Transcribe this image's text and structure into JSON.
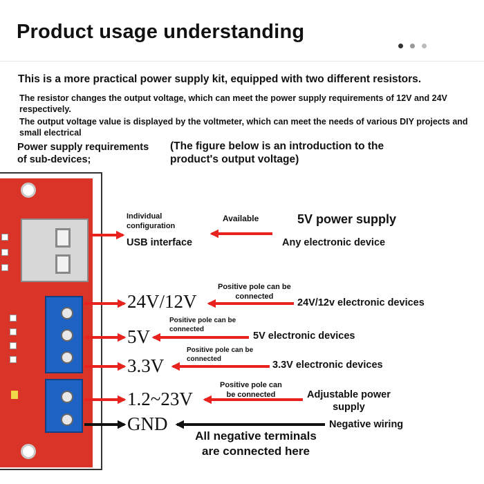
{
  "title": "Product usage understanding",
  "intro": {
    "line1": "This is a more practical power supply kit, equipped with two different resistors.",
    "line2": "The resistor changes the output voltage, which can meet the power supply requirements of 12V and 24V respectively.",
    "line3": "The output voltage value is displayed by the voltmeter, which can meet the needs of various DIY projects and small electrical"
  },
  "req": {
    "line1": "Power supply requirements",
    "line2": "of sub-devices;"
  },
  "figure_note": {
    "line1": "(The figure below is an introduction to the",
    "line2": "product's output voltage)"
  },
  "usb": {
    "individual_line1": "Individual",
    "individual_line2": "configuration",
    "interface": "USB interface",
    "available": "Available",
    "supply": "5V power supply",
    "device": "Any electronic device"
  },
  "outputs": {
    "v24": {
      "voltage": "24V/12V",
      "note_line1": "Positive pole can be",
      "note_line2": "connected",
      "device": "24V/12v electronic devices"
    },
    "v5": {
      "voltage": "5V",
      "note_line1": "Positive pole can be",
      "note_line2": "connected",
      "device": "5V electronic devices"
    },
    "v33": {
      "voltage": "3.3V",
      "note_line1": "Positive pole can be",
      "note_line2": "connected",
      "device": "3.3V electronic devices"
    },
    "vadj": {
      "voltage": "1.2~23V",
      "note_line1": "Positive pole can",
      "note_line2": "be connected",
      "device_line1": "Adjustable power",
      "device_line2": "supply"
    },
    "gnd": {
      "voltage": "GND",
      "device": "Negative wiring",
      "note_line1": "All negative terminals",
      "note_line2": "are connected here"
    }
  },
  "colors": {
    "arrow": "#e8231f",
    "gnd_arrow": "#111111",
    "board": "#d93427",
    "terminal": "#1e63c4"
  }
}
